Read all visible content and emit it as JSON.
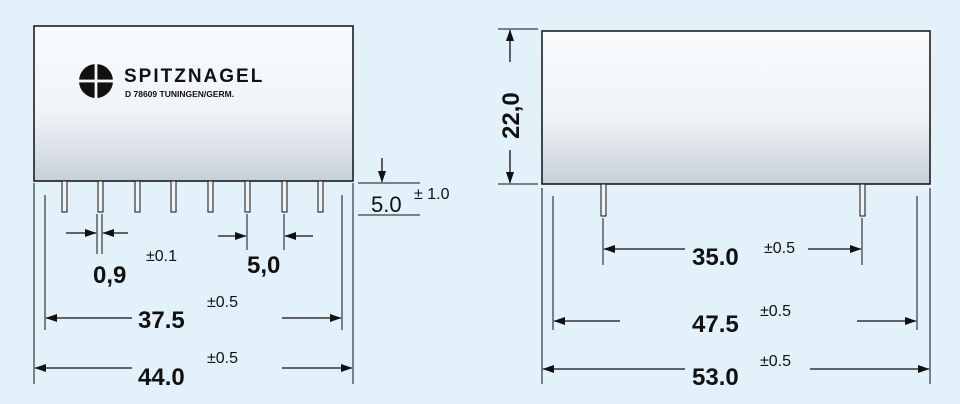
{
  "logo": {
    "brand": "SPITZNAGEL",
    "address": "D 78609 TUNINGEN/GERM."
  },
  "left_view": {
    "pin_width": {
      "value": "0,9",
      "tol": "±0.1"
    },
    "pin_pitch": {
      "value": "5,0"
    },
    "pin_length": {
      "value": "5.0",
      "tol": "± 1.0"
    },
    "pin_span": {
      "value": "37.5",
      "tol": "±0.5"
    },
    "body_length": {
      "value": "44.0",
      "tol": "±0.5"
    }
  },
  "right_view": {
    "height": {
      "value": "22,0"
    },
    "pin_span": {
      "value": "35.0",
      "tol": "±0.5"
    },
    "mount_width": {
      "value": "47.5",
      "tol": "±0.5"
    },
    "body_width": {
      "value": "53.0",
      "tol": "±0.5"
    }
  },
  "colors": {
    "background": "#e3f1fb",
    "body_light": "#f8fafc",
    "body_dark": "#c9d3dc",
    "line": "#111111"
  }
}
